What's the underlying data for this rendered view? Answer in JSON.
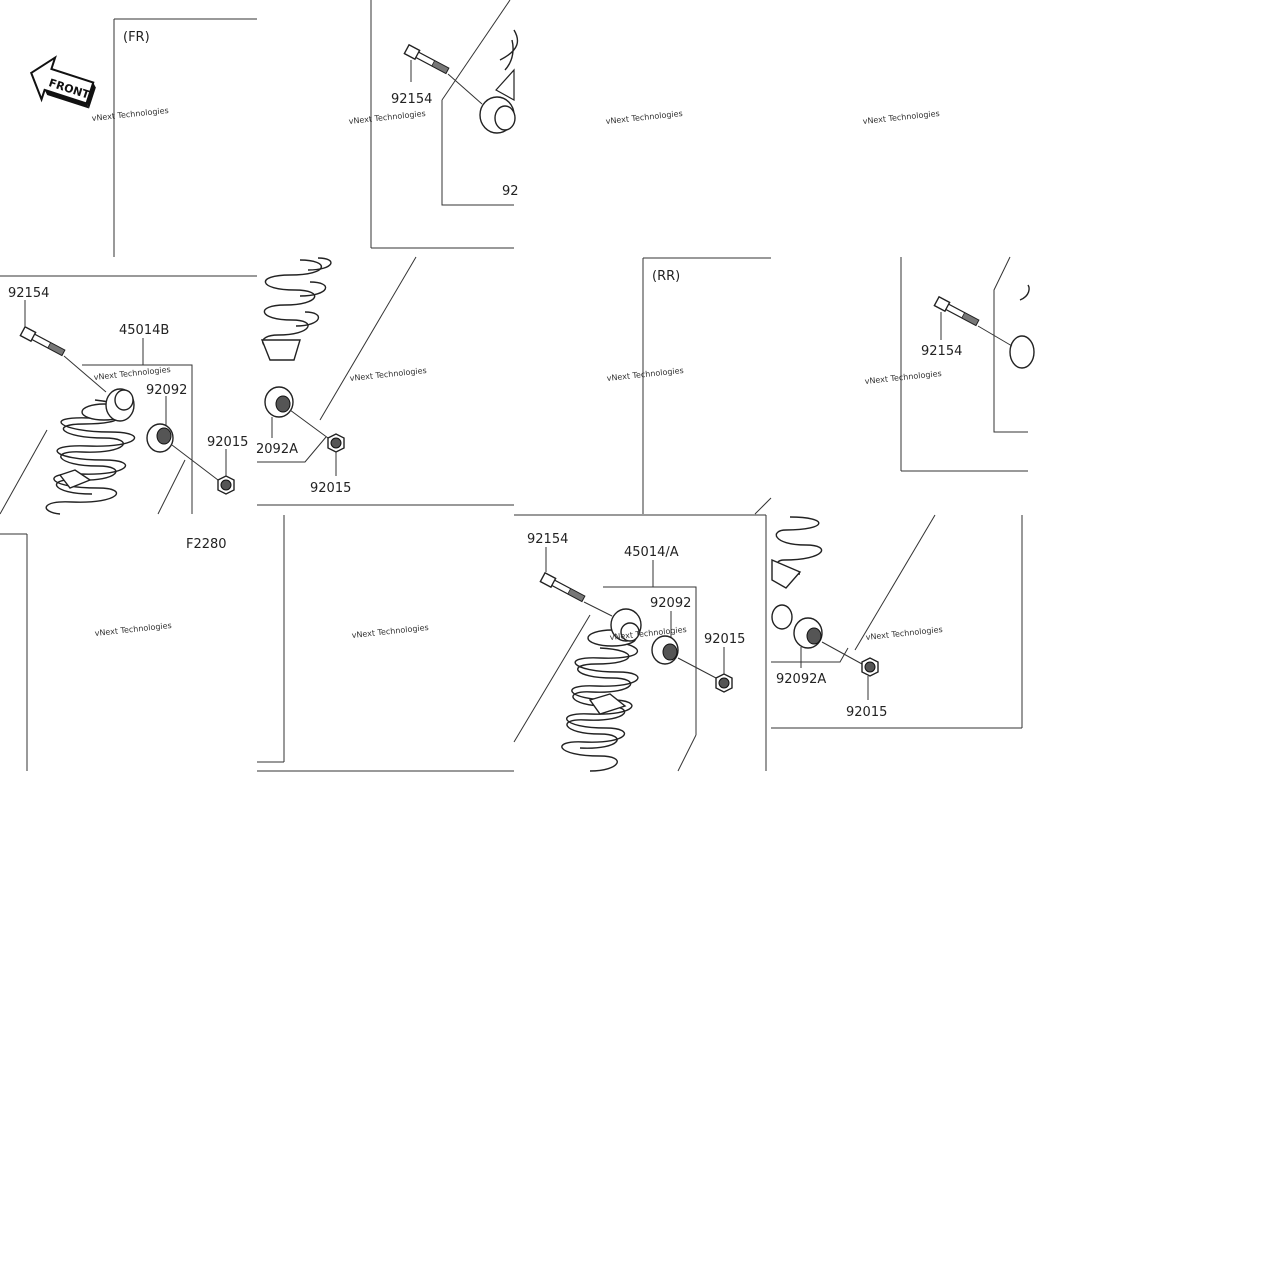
{
  "diagram": {
    "front_icon_label": "FRONT",
    "front_section_label": "(FR)",
    "rear_section_label": "(RR)",
    "figure_code": "F2280",
    "watermark_text": "vNext Technologies",
    "parts": {
      "bolt": "92154",
      "shock_front": "45014B",
      "shock_rear": "45014/A",
      "bushing": "92092",
      "bushing_a": "92092A",
      "bushing_a_partial": "2092A",
      "nut": "92015",
      "partial_92": "92"
    }
  }
}
